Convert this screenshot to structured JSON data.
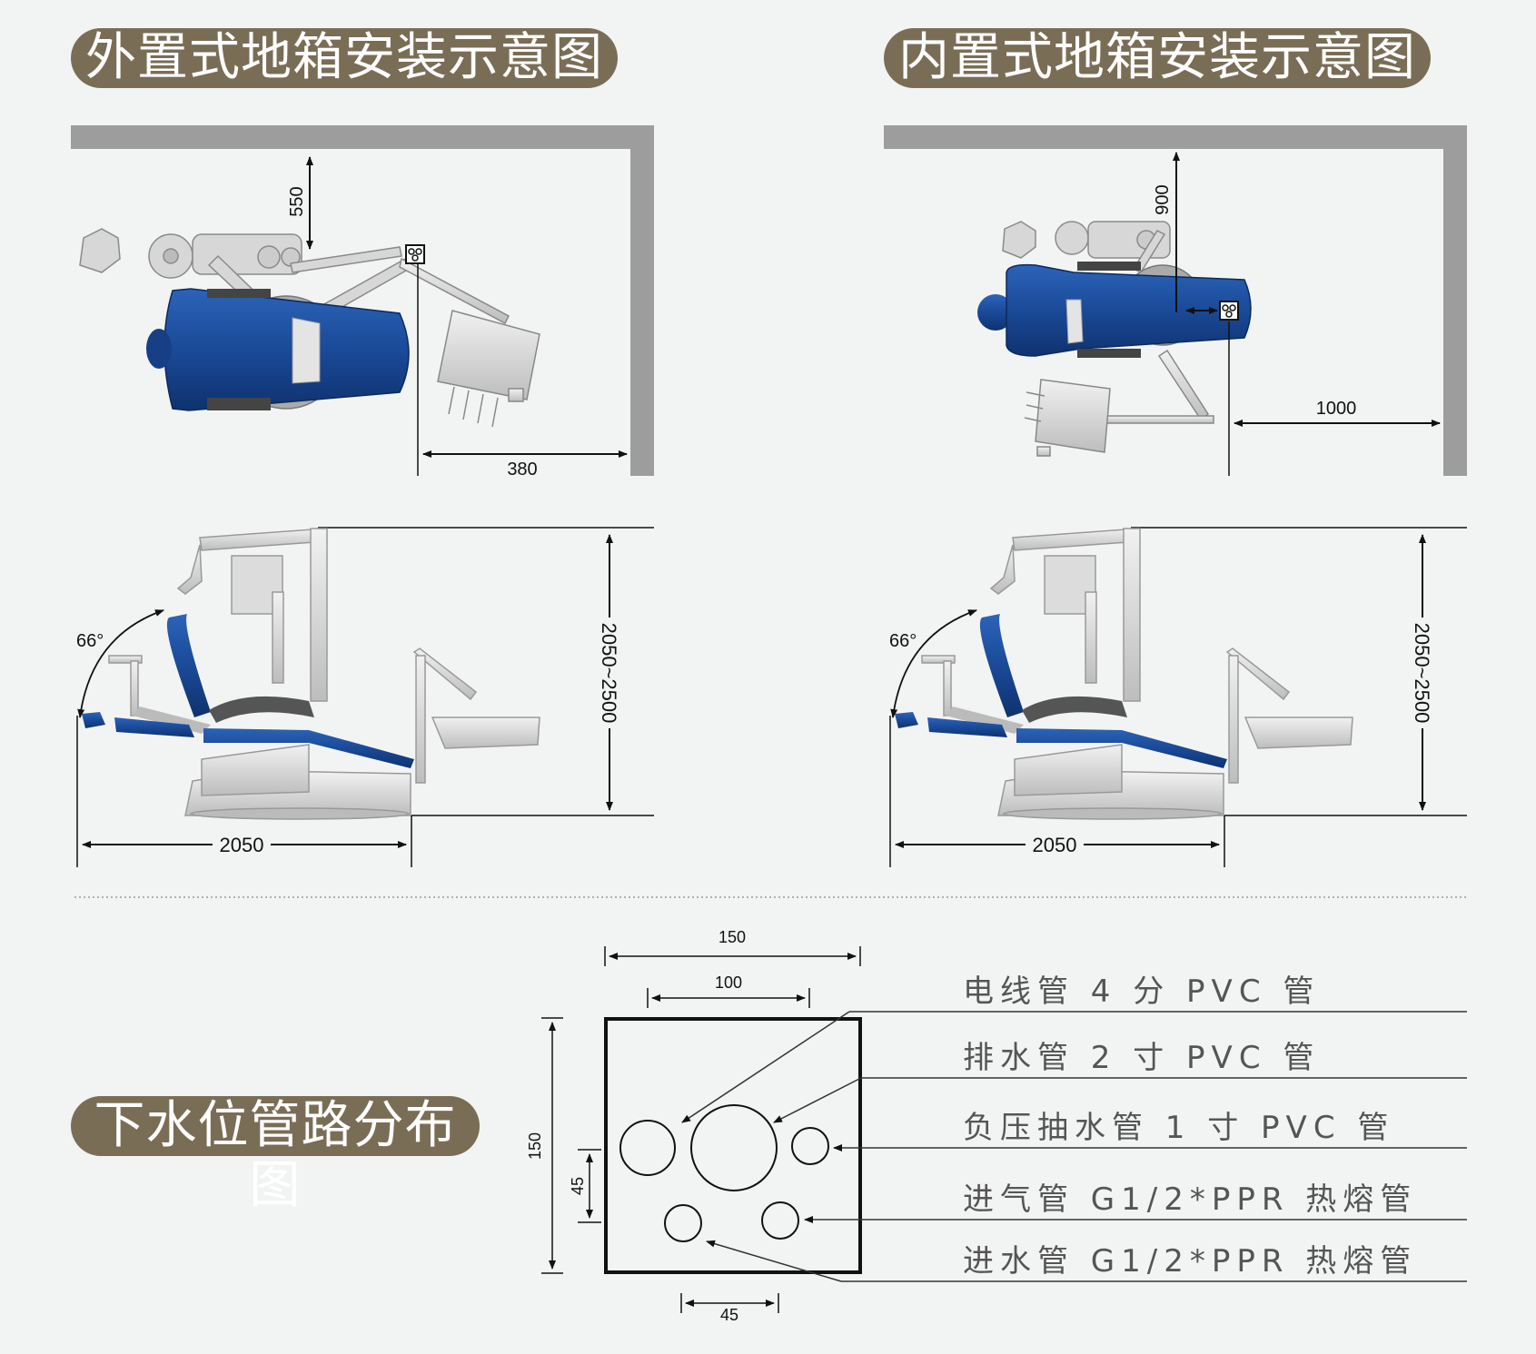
{
  "titles": {
    "external": "外置式地箱安装示意图",
    "internal": "内置式地箱安装示意图",
    "pipe_layout": "下水位管路分布图"
  },
  "external_top": {
    "dim_wall_gap": "550",
    "dim_side_gap": "380"
  },
  "internal_top": {
    "dim_wall_gap": "900",
    "dim_side_gap": "1000"
  },
  "external_side": {
    "angle": "66°",
    "height": "2050~2500",
    "length": "2050"
  },
  "internal_side": {
    "angle": "66°",
    "height": "2050~2500",
    "length": "2050"
  },
  "pipe_diagram": {
    "box_width": "150",
    "inner_width": "100",
    "box_height": "150",
    "row_gap": "45",
    "bottom_gap": "45",
    "legend": [
      "电线管 4 分 PVC 管",
      "排水管 2 寸 PVC 管",
      "负压抽水管 1 寸 PVC 管",
      "进气管 G1/2*PPR 热熔管",
      "进水管 G1/2*PPR 热熔管"
    ]
  },
  "colors": {
    "background": "#f2f4f3",
    "title_pill": "#7a6d56",
    "wall": "#9d9d9d",
    "chair_blue": "#1d4fa0",
    "equipment_grey": "#d8d8d8"
  }
}
